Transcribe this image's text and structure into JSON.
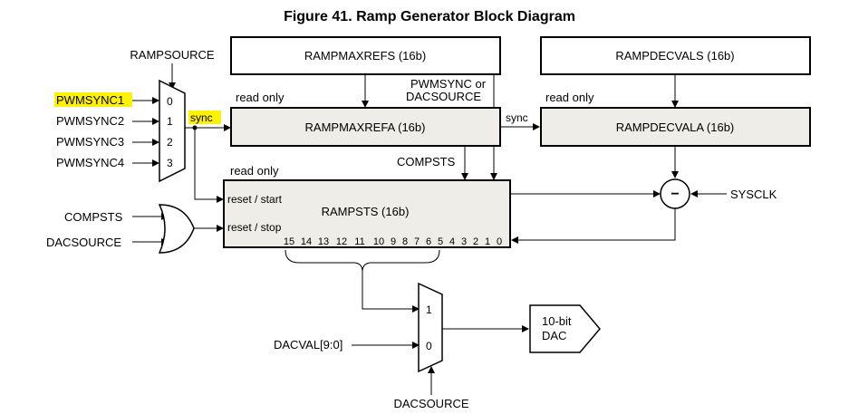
{
  "title": "Figure 41. Ramp Generator Block Diagram",
  "blocks": {
    "rampmaxrefs": "RAMPMAXREFS (16b)",
    "rampdecvals": "RAMPDECVALS (16b)",
    "rampmaxrefa": "RAMPMAXREFA (16b)",
    "rampdecvala": "RAMPDECVALA (16b)",
    "rampsts": "RAMPSTS (16b)",
    "dac": [
      "10-bit",
      "DAC"
    ]
  },
  "labels": {
    "rampsource": "RAMPSOURCE",
    "pwmsync_or": "PWMSYNC or",
    "dacsource": "DACSOURCE",
    "read_only": "read only",
    "sync": "sync",
    "compsts": "COMPSTS",
    "sysclk": "SYSCLK",
    "minus": "−",
    "reset_start": "reset / start",
    "reset_stop": "reset / stop",
    "dacval": "DACVAL[9:0]"
  },
  "inputs": [
    "PWMSYNC1",
    "PWMSYNC2",
    "PWMSYNC3",
    "PWMSYNC4"
  ],
  "mux_ports": [
    "0",
    "1",
    "2",
    "3"
  ],
  "mux2_ports": [
    "1",
    "0"
  ],
  "bits": [
    "15",
    "14",
    "13",
    "12",
    "11",
    "10",
    "9",
    "8",
    "7",
    "6",
    "5",
    "4",
    "3",
    "2",
    "1",
    "0"
  ],
  "colors": {
    "highlight": "#fff200",
    "register_fill": "#efede8"
  }
}
